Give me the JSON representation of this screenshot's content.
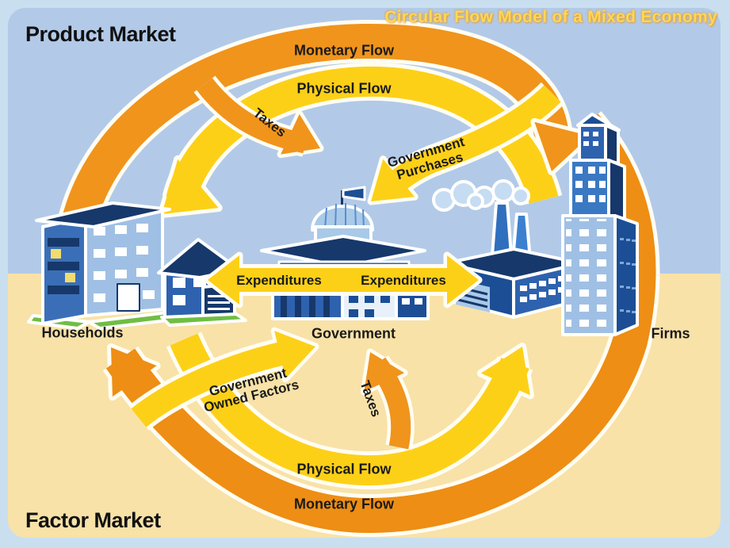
{
  "title": "Circular Flow Model of a Mixed Economy",
  "markets": {
    "product": "Product Market",
    "factor": "Factor Market"
  },
  "entities": {
    "households": "Households",
    "government": "Government",
    "firms": "Firms"
  },
  "flows": {
    "monetary_top": "Monetary Flow",
    "physical_top": "Physical Flow",
    "taxes_top": "Taxes",
    "government_purchases_line1": "Government",
    "government_purchases_line2": "Purchases",
    "expenditures_left": "Expenditures",
    "expenditures_right": "Expenditures",
    "government_owned_line1": "Government",
    "government_owned_line2": "Owned Factors",
    "taxes_bottom": "Taxes",
    "physical_bottom": "Physical Flow",
    "monetary_bottom": "Monetary Flow"
  },
  "colors": {
    "frame": "#C9DFF0",
    "sky": "#B2CAE8",
    "sand": "#F8E2A8",
    "orange": "#F0941C",
    "yellow": "#FDD018",
    "title_yellow": "#FFD850",
    "navy": "#16386B",
    "blue_dark": "#1C4E96",
    "blue_mid": "#2E62AE",
    "blue_light": "#9FC0E4",
    "smoke": "#C6DCF2",
    "grass": "#6FBE44",
    "text": "#1A1A1A"
  }
}
